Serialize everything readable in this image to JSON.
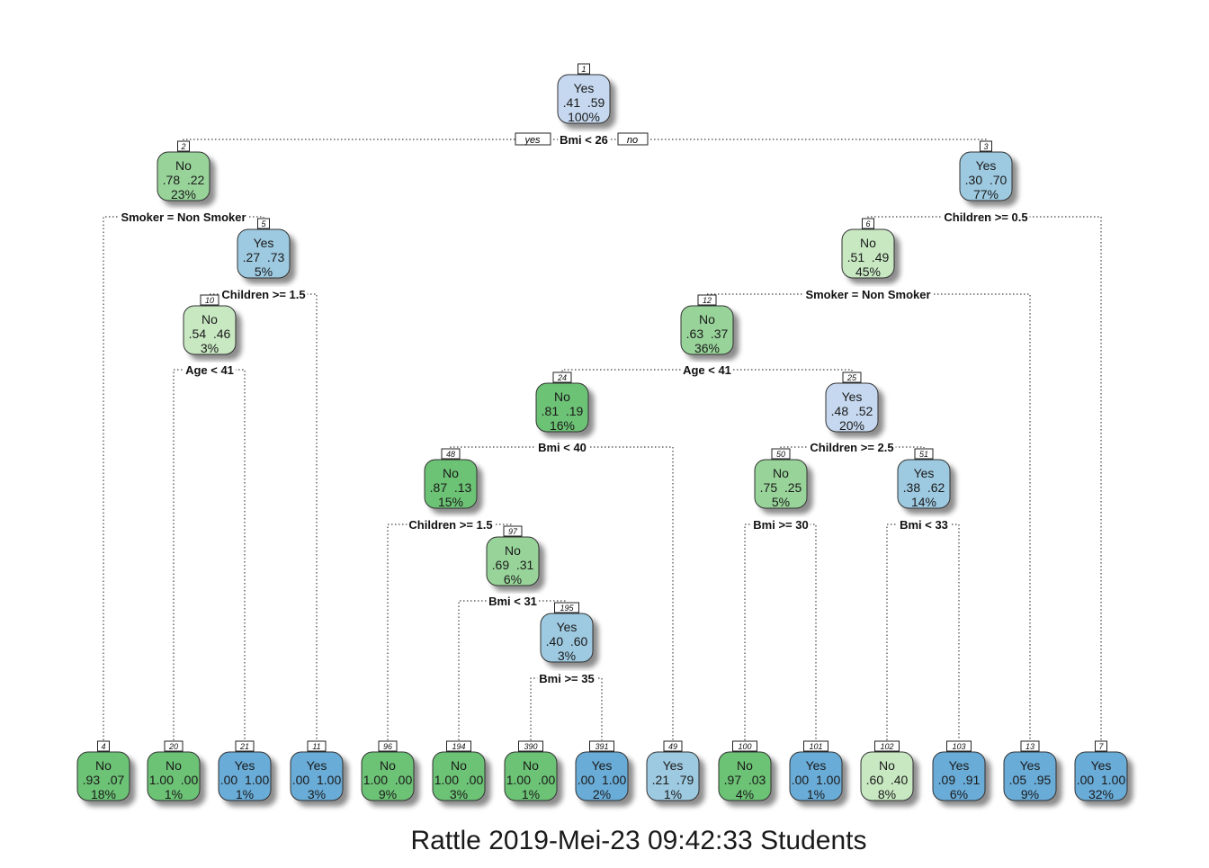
{
  "colors": {
    "no_dark": "#6cc275",
    "no_mid": "#98d49a",
    "no_light": "#c8e8c2",
    "yes_light": "#c6d8ef",
    "yes_mid": "#9ecae1",
    "yes_dark": "#6aacd8",
    "node_border": "#333333",
    "edge": "#444444"
  },
  "branch_labels": {
    "yes": "yes",
    "no": "no"
  },
  "nodes": [
    {
      "id": "1",
      "cls": "Yes",
      "probs": ".41  .59",
      "pct": "100%",
      "color": "yes_light"
    },
    {
      "id": "2",
      "cls": "No",
      "probs": ".78  .22",
      "pct": "23%",
      "color": "no_mid"
    },
    {
      "id": "3",
      "cls": "Yes",
      "probs": ".30  .70",
      "pct": "77%",
      "color": "yes_mid"
    },
    {
      "id": "5",
      "cls": "Yes",
      "probs": ".27  .73",
      "pct": "5%",
      "color": "yes_mid"
    },
    {
      "id": "6",
      "cls": "No",
      "probs": ".51  .49",
      "pct": "45%",
      "color": "no_light"
    },
    {
      "id": "10",
      "cls": "No",
      "probs": ".54  .46",
      "pct": "3%",
      "color": "no_light"
    },
    {
      "id": "12",
      "cls": "No",
      "probs": ".63  .37",
      "pct": "36%",
      "color": "no_mid"
    },
    {
      "id": "24",
      "cls": "No",
      "probs": ".81  .19",
      "pct": "16%",
      "color": "no_dark"
    },
    {
      "id": "25",
      "cls": "Yes",
      "probs": ".48  .52",
      "pct": "20%",
      "color": "yes_light"
    },
    {
      "id": "48",
      "cls": "No",
      "probs": ".87  .13",
      "pct": "15%",
      "color": "no_dark"
    },
    {
      "id": "50",
      "cls": "No",
      "probs": ".75  .25",
      "pct": "5%",
      "color": "no_mid"
    },
    {
      "id": "51",
      "cls": "Yes",
      "probs": ".38  .62",
      "pct": "14%",
      "color": "yes_mid"
    },
    {
      "id": "97",
      "cls": "No",
      "probs": ".69  .31",
      "pct": "6%",
      "color": "no_mid"
    },
    {
      "id": "195",
      "cls": "Yes",
      "probs": ".40  .60",
      "pct": "3%",
      "color": "yes_mid"
    },
    {
      "id": "4",
      "cls": "No",
      "probs": ".93  .07",
      "pct": "18%",
      "color": "no_dark"
    },
    {
      "id": "20",
      "cls": "No",
      "probs": "1.00  .00",
      "pct": "1%",
      "color": "no_dark"
    },
    {
      "id": "21",
      "cls": "Yes",
      "probs": ".00  1.00",
      "pct": "1%",
      "color": "yes_dark"
    },
    {
      "id": "11",
      "cls": "Yes",
      "probs": ".00  1.00",
      "pct": "3%",
      "color": "yes_dark"
    },
    {
      "id": "96",
      "cls": "No",
      "probs": "1.00  .00",
      "pct": "9%",
      "color": "no_dark"
    },
    {
      "id": "194",
      "cls": "No",
      "probs": "1.00  .00",
      "pct": "3%",
      "color": "no_dark"
    },
    {
      "id": "390",
      "cls": "No",
      "probs": "1.00  .00",
      "pct": "1%",
      "color": "no_dark"
    },
    {
      "id": "391",
      "cls": "Yes",
      "probs": ".00  1.00",
      "pct": "2%",
      "color": "yes_dark"
    },
    {
      "id": "49",
      "cls": "Yes",
      "probs": ".21  .79",
      "pct": "1%",
      "color": "yes_mid"
    },
    {
      "id": "100",
      "cls": "No",
      "probs": ".97  .03",
      "pct": "4%",
      "color": "no_dark"
    },
    {
      "id": "101",
      "cls": "Yes",
      "probs": ".00  1.00",
      "pct": "1%",
      "color": "yes_dark"
    },
    {
      "id": "102",
      "cls": "No",
      "probs": ".60  .40",
      "pct": "8%",
      "color": "no_light"
    },
    {
      "id": "103",
      "cls": "Yes",
      "probs": ".09  .91",
      "pct": "6%",
      "color": "yes_dark"
    },
    {
      "id": "13",
      "cls": "Yes",
      "probs": ".05  .95",
      "pct": "9%",
      "color": "yes_dark"
    },
    {
      "id": "7",
      "cls": "Yes",
      "probs": ".00  1.00",
      "pct": "32%",
      "color": "yes_dark"
    }
  ],
  "splits": [
    {
      "id": "1",
      "text": "Bmi < 26"
    },
    {
      "id": "2",
      "text": "Smoker = Non Smoker"
    },
    {
      "id": "3",
      "text": "Children >= 0.5"
    },
    {
      "id": "5",
      "text": "Children >= 1.5"
    },
    {
      "id": "6",
      "text": "Smoker = Non Smoker"
    },
    {
      "id": "10",
      "text": "Age < 41"
    },
    {
      "id": "12",
      "text": "Age < 41"
    },
    {
      "id": "24",
      "text": "Bmi < 40"
    },
    {
      "id": "25",
      "text": "Children >= 2.5"
    },
    {
      "id": "48",
      "text": "Children >= 1.5"
    },
    {
      "id": "50",
      "text": "Bmi >= 30"
    },
    {
      "id": "51",
      "text": "Bmi < 33"
    },
    {
      "id": "97",
      "text": "Bmi < 31"
    },
    {
      "id": "195",
      "text": "Bmi >= 35"
    }
  ],
  "edges": [
    {
      "parent": "1",
      "left": "2",
      "right": "3"
    },
    {
      "parent": "2",
      "left": "4",
      "right": "5"
    },
    {
      "parent": "3",
      "left": "6",
      "right": "7"
    },
    {
      "parent": "5",
      "left": "10",
      "right": "11"
    },
    {
      "parent": "6",
      "left": "12",
      "right": "13"
    },
    {
      "parent": "10",
      "left": "20",
      "right": "21"
    },
    {
      "parent": "12",
      "left": "24",
      "right": "25"
    },
    {
      "parent": "24",
      "left": "48",
      "right": "49"
    },
    {
      "parent": "25",
      "left": "50",
      "right": "51"
    },
    {
      "parent": "48",
      "left": "96",
      "right": "97"
    },
    {
      "parent": "50",
      "left": "100",
      "right": "101"
    },
    {
      "parent": "51",
      "left": "102",
      "right": "103"
    },
    {
      "parent": "97",
      "left": "194",
      "right": "195"
    },
    {
      "parent": "195",
      "left": "390",
      "right": "391"
    }
  ],
  "caption": "Rattle 2019-Mei-23 09:42:33 Students"
}
